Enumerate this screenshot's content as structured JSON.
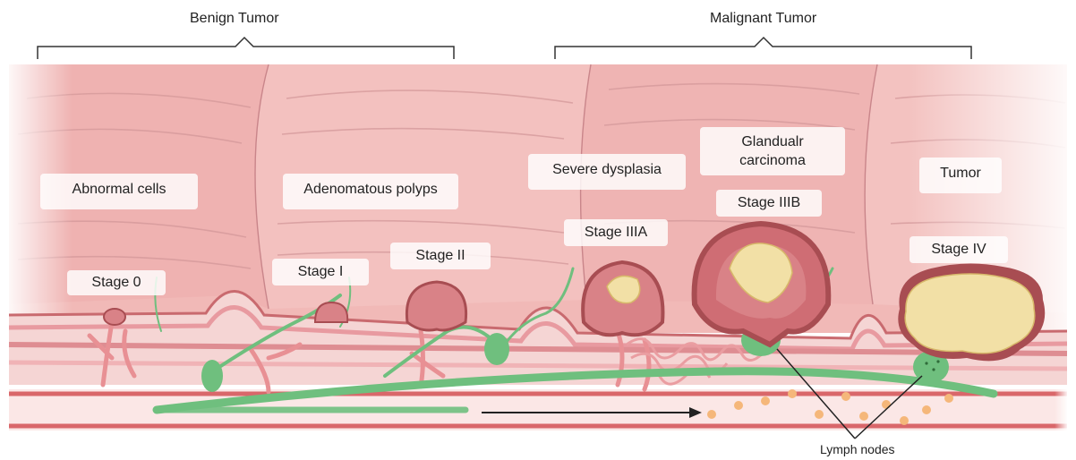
{
  "headers": {
    "benign": "Benign Tumor",
    "malignant": "Malignant Tumor"
  },
  "labels": {
    "abnormal_cells": "Abnormal cells",
    "adenomatous_polyps": "Adenomatous polyps",
    "severe_dysplasia": "Severe dysplasia",
    "glandular_carcinoma": "Glandualr carcinoma",
    "tumor": "Tumor",
    "lymph_nodes": "Lymph nodes"
  },
  "stages": {
    "stage_0": "Stage 0",
    "stage_1": "Stage I",
    "stage_2": "Stage II",
    "stage_3a": "Stage IIIA",
    "stage_3b": "Stage IIIB",
    "stage_4": "Stage IV"
  },
  "colors": {
    "mucosa": "#f1b9b7",
    "fold_line": "#d08f8d",
    "wall_red": "#d9676a",
    "polyp_dark": "#a84d52",
    "polyp": "#d98287",
    "tumor_core": "#f2e0a6",
    "lymph_green": "#6fbf7e",
    "cell_orange": "#f5b77a"
  }
}
